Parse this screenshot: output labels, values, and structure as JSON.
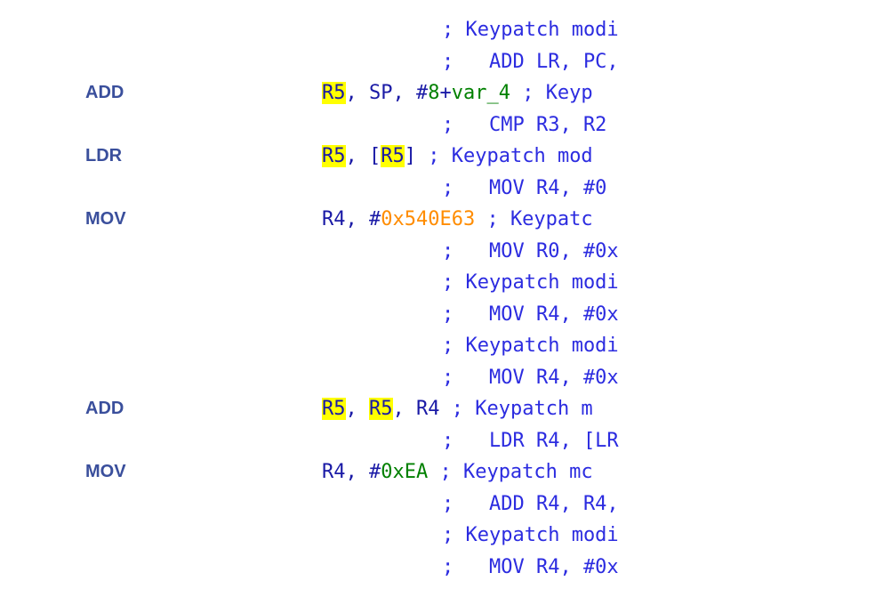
{
  "lines": [
    {
      "mnemonic": "",
      "operands": [],
      "comment": "; Keypatch modi"
    },
    {
      "mnemonic": "",
      "operands": [],
      "comment": ";   ADD LR, PC,"
    },
    {
      "mnemonic": "ADD",
      "operands": [
        {
          "t": "R5",
          "k": "reg-hl"
        },
        {
          "t": ", SP, #",
          "k": "plain"
        },
        {
          "t": "8",
          "k": "sym"
        },
        {
          "t": "+",
          "k": "plain"
        },
        {
          "t": "var_4",
          "k": "sym"
        },
        {
          "t": " ; Keyp",
          "k": "c"
        }
      ],
      "comment": ""
    },
    {
      "mnemonic": "",
      "operands": [],
      "comment": ";   CMP R3, R2"
    },
    {
      "mnemonic": "LDR",
      "operands": [
        {
          "t": "R5",
          "k": "reg-hl"
        },
        {
          "t": ", [",
          "k": "plain"
        },
        {
          "t": "R5",
          "k": "reg-hl"
        },
        {
          "t": "] ",
          "k": "plain"
        },
        {
          "t": "; Keypatch mod",
          "k": "c"
        }
      ],
      "comment": ""
    },
    {
      "mnemonic": "",
      "operands": [],
      "comment": ";   MOV R4, #0"
    },
    {
      "mnemonic": "MOV",
      "operands": [
        {
          "t": "R4, #",
          "k": "plain"
        },
        {
          "t": "0x540E63",
          "k": "num"
        },
        {
          "t": " ; Keypatc",
          "k": "c"
        }
      ],
      "comment": ""
    },
    {
      "mnemonic": "",
      "operands": [],
      "comment": ";   MOV R0, #0x"
    },
    {
      "mnemonic": "",
      "operands": [],
      "comment": "; Keypatch modi"
    },
    {
      "mnemonic": "",
      "operands": [],
      "comment": ";   MOV R4, #0x"
    },
    {
      "mnemonic": "",
      "operands": [],
      "comment": "; Keypatch modi"
    },
    {
      "mnemonic": "",
      "operands": [],
      "comment": ";   MOV R4, #0x"
    },
    {
      "mnemonic": "ADD",
      "operands": [
        {
          "t": "R5",
          "k": "reg-hl"
        },
        {
          "t": ", ",
          "k": "plain"
        },
        {
          "t": "R5",
          "k": "reg-hl"
        },
        {
          "t": ", R4 ",
          "k": "plain"
        },
        {
          "t": "; Keypatch m",
          "k": "c"
        }
      ],
      "comment": ""
    },
    {
      "mnemonic": "",
      "operands": [],
      "comment": ";   LDR R4, [LR"
    },
    {
      "mnemonic": "MOV",
      "operands": [
        {
          "t": "R4, #",
          "k": "plain"
        },
        {
          "t": "0xEA",
          "k": "sym"
        },
        {
          "t": " ; Keypatch mc",
          "k": "c"
        }
      ],
      "comment": ""
    },
    {
      "mnemonic": "",
      "operands": [],
      "comment": ";   ADD R4, R4,"
    },
    {
      "mnemonic": "",
      "operands": [],
      "comment": "; Keypatch modi"
    },
    {
      "mnemonic": "",
      "operands": [],
      "comment": ";   MOV R4, #0x"
    }
  ],
  "colors": {
    "mnemonic": "#3a4f9c",
    "operand": "#1a1aa6",
    "comment": "#2c2ce0",
    "highlight": "#ffff00",
    "number": "#ff8c00",
    "symbol": "#008000"
  }
}
